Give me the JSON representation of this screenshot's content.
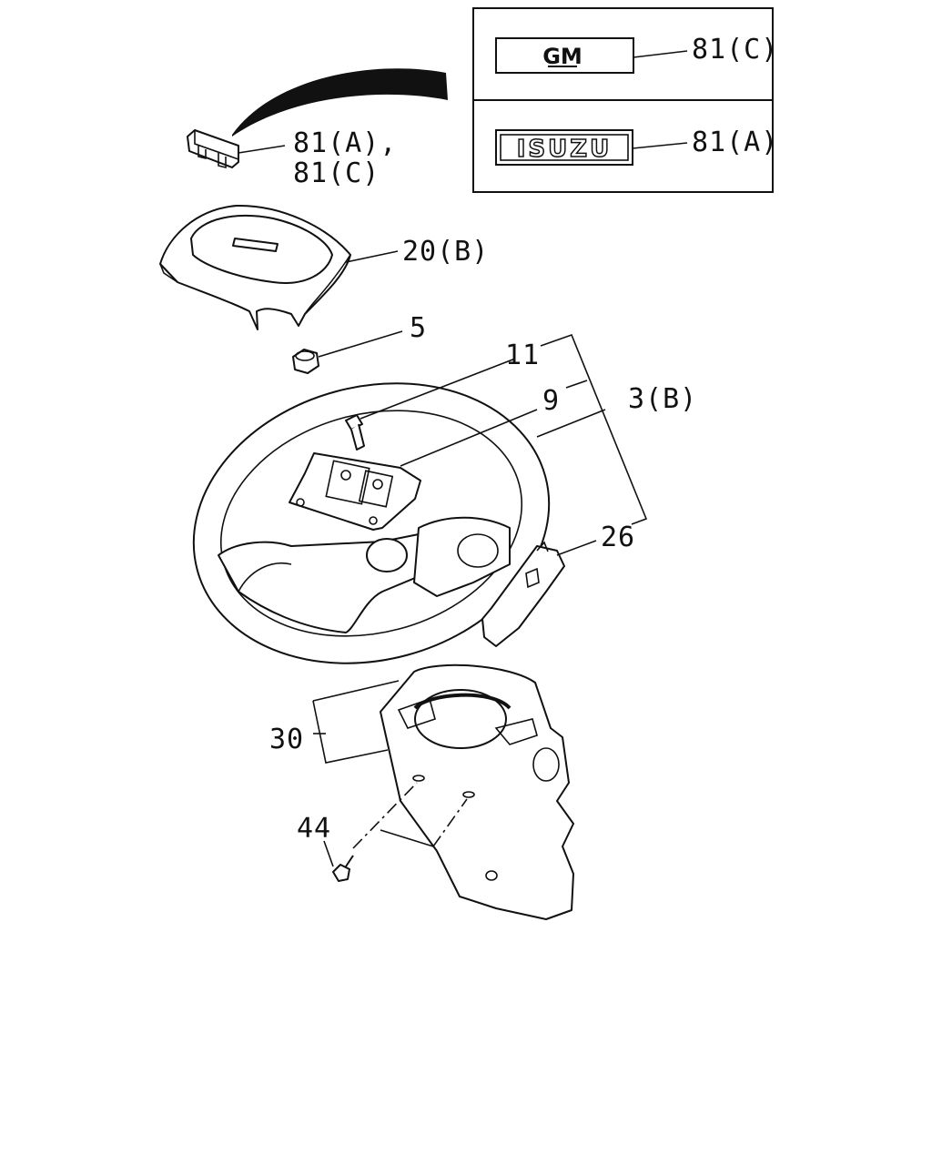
{
  "legend": {
    "gm_badge": {
      "emblem_text": "GM",
      "callout": "81(C)"
    },
    "isuzu_badge": {
      "emblem_text": "ISUZU",
      "callout": "81(A)"
    }
  },
  "callouts": {
    "emblem": [
      "81(A),",
      "81(C)"
    ],
    "horn_pad": "20(B)",
    "nut": "5",
    "bolt": "11",
    "bracket": "9",
    "wheel": "3(B)",
    "switch": "26",
    "column_cover": "30",
    "screw": "44"
  },
  "colors": {
    "ink": "#111111",
    "background": "#ffffff"
  }
}
